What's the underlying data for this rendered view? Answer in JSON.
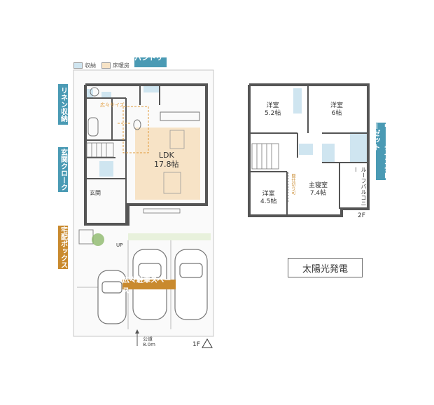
{
  "legend": {
    "storage_label": "収納",
    "floor_heating_label": "床暖房",
    "storage_color": "#cfe5f0",
    "floor_heating_color": "#f7e3c6"
  },
  "tags": {
    "pantry": "パントリー",
    "linen_storage": "リネン収納",
    "entrance_cloak": "玄関クローク",
    "delivery_box": "宅配ボックス",
    "parking": "広々駐車スペース",
    "walk_in_closet": "ウォークインクローゼット",
    "wide_size": "広々サイズ"
  },
  "floor1": {
    "ldk_name": "LDK",
    "ldk_size": "17.8帖",
    "entrance": "玄関",
    "up": "UP",
    "road_label": "公道",
    "road_width": "8.0m",
    "floor_label": "1F"
  },
  "floor2": {
    "room1_name": "洋室",
    "room1_size": "5.2帖",
    "room2_name": "洋室",
    "room2_size": "6帖",
    "room3_name": "洋室",
    "room3_size": "4.5帖",
    "master_name": "主寝室",
    "master_size": "7.4帖",
    "balcony": "ルーフバルコニー",
    "partition_note": "間仕切り可",
    "floor_label": "2F"
  },
  "solar": "太陽光発電",
  "colors": {
    "wall": "#555555",
    "storage": "#cfe5f0",
    "heating": "#f7e3c6",
    "tag_blue": "#4a9ab4",
    "tag_orange": "#c98a2e",
    "dashed_orange": "#e09a3a",
    "lawn": "#e8f1dc"
  }
}
